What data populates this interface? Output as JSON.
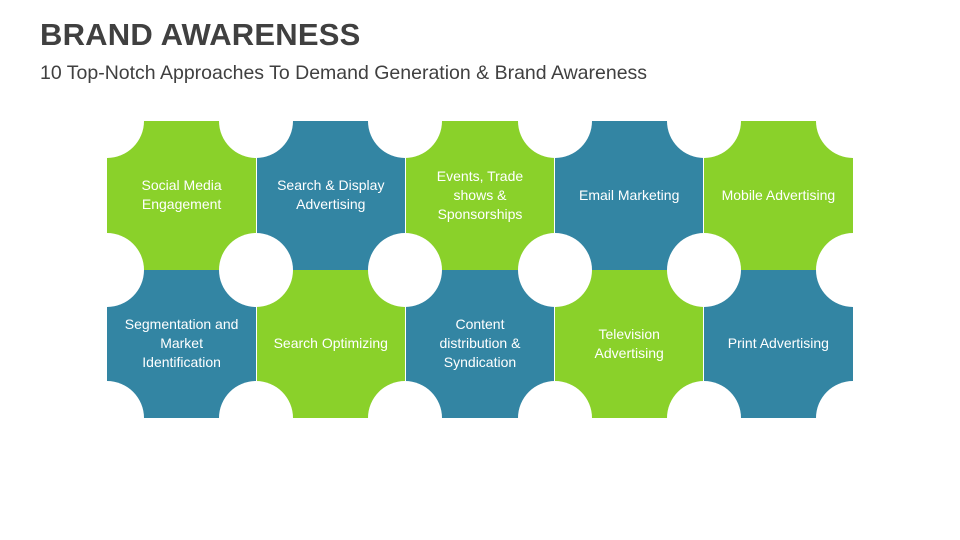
{
  "header": {
    "title": "BRAND AWARENESS",
    "subtitle": "10 Top-Notch Approaches To Demand Generation & Brand Awareness"
  },
  "colors": {
    "green": "#8ad12a",
    "blue": "#3385a3",
    "text_dark": "#404040"
  },
  "tiles": [
    {
      "label": "Social Media Engagement",
      "color": "green",
      "row": 0,
      "col": 0
    },
    {
      "label": "Search & Display Advertising",
      "color": "blue",
      "row": 0,
      "col": 1
    },
    {
      "label": "Events, Trade shows & Sponsorships",
      "color": "green",
      "row": 0,
      "col": 2
    },
    {
      "label": "Email Marketing",
      "color": "blue",
      "row": 0,
      "col": 3
    },
    {
      "label": "Mobile Advertising",
      "color": "green",
      "row": 0,
      "col": 4
    },
    {
      "label": "Segmentation and Market Identification",
      "color": "blue",
      "row": 1,
      "col": 0
    },
    {
      "label": "Search Optimizing",
      "color": "green",
      "row": 1,
      "col": 1
    },
    {
      "label": "Content distribution & Syndication",
      "color": "blue",
      "row": 1,
      "col": 2
    },
    {
      "label": "Television Advertising",
      "color": "green",
      "row": 1,
      "col": 3
    },
    {
      "label": "Print Advertising",
      "color": "blue",
      "row": 1,
      "col": 4
    }
  ]
}
